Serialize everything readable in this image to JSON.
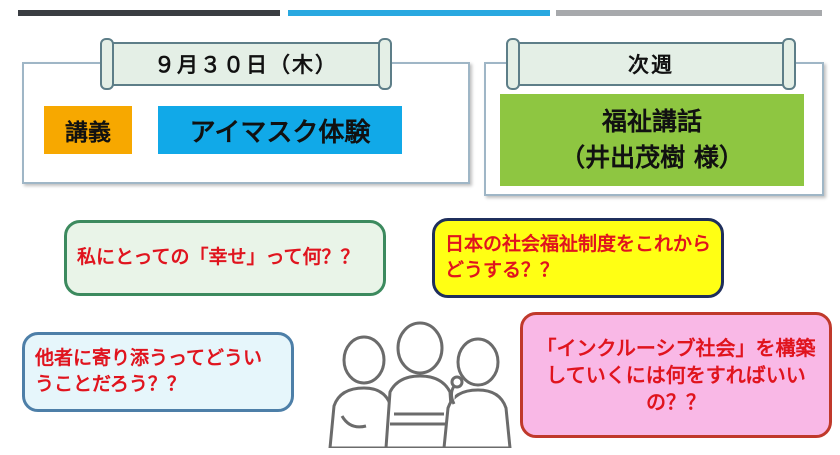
{
  "colors": {
    "bar_dark": "#3a3d42",
    "bar_blue": "#29a8e0",
    "bar_gray": "#a7a9ac",
    "lecture_tag": "#f7a800",
    "topic_tag": "#11a9e8",
    "next_box": "#8ec641",
    "question_text": "#e0141e"
  },
  "left_panel": {
    "date": "９月３０日（木）",
    "label": "講義",
    "topic": "アイマスク体験"
  },
  "right_panel": {
    "heading": "次週",
    "line1": "福祉講話",
    "line2": "（井出茂樹 様）"
  },
  "questions": [
    "私にとっての「幸せ」って何？？",
    "日本の社会福祉制度をこれからどうする？？",
    "他者に寄り添うってどういうことだろう？？",
    "「インクルーシブ社会」を構築していくには何をすればいいの？？"
  ],
  "illustration": {
    "icon": "people-discussion-icon"
  }
}
